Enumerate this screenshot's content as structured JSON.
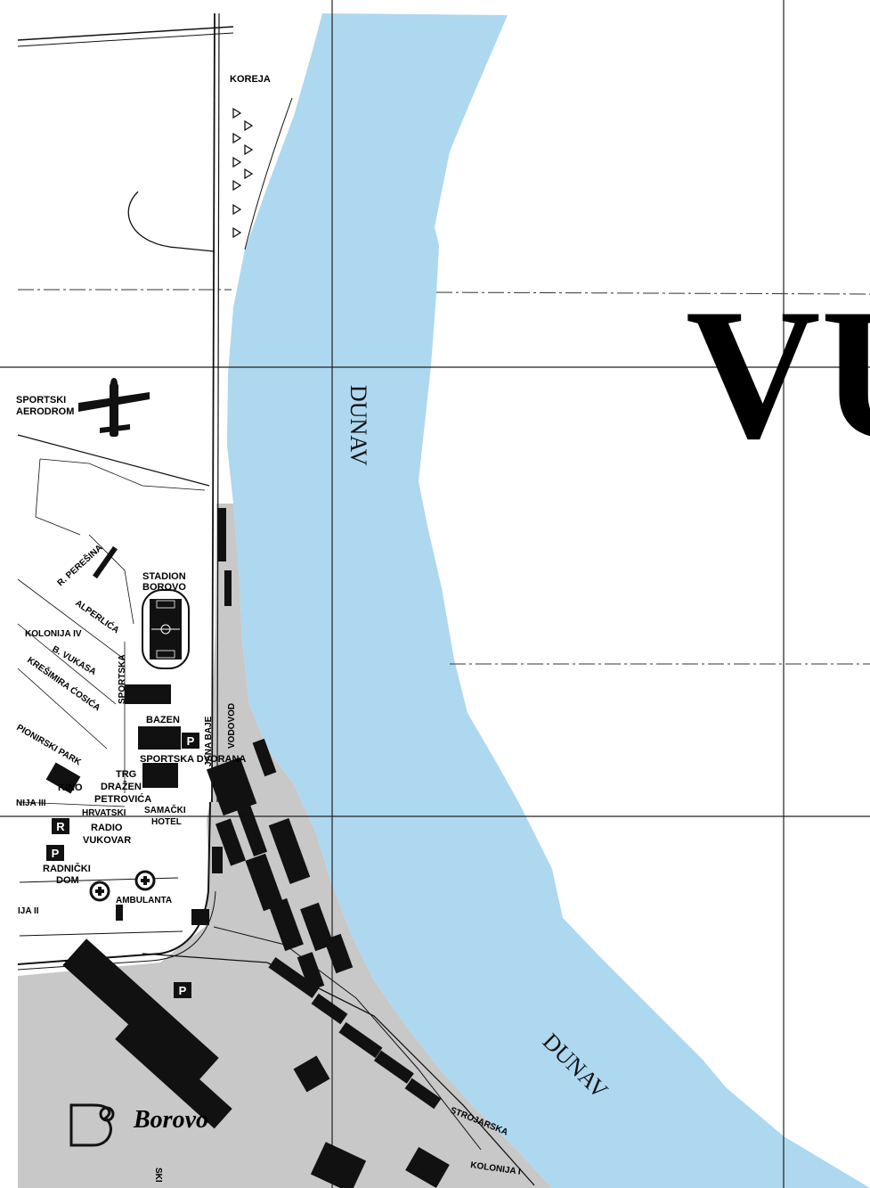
{
  "river": {
    "name_upper": "DUNAV",
    "name_lower": "DUNAV",
    "color": "#add8f0"
  },
  "town": {
    "title_fragment": "VU"
  },
  "colors": {
    "built_area": "#c8c8c8",
    "buildings": "#111111",
    "grid_lines": "#222222"
  },
  "labels": {
    "koreja": "KOREJA",
    "aerodrom_1": "SPORTSKI",
    "aerodrom_2": "AERODROM",
    "stadion_1": "STADION",
    "stadion_2": "BOROVO",
    "street_peresina": "R. PEREŠINA",
    "street_alperlica": "ALPERLIĆA",
    "street_vukasa": "B. VUKASA",
    "street_cosica": "KREŠIMIRA ĆOSIĆA",
    "sportska": "SPORTSKA",
    "kolonija_iv": "KOLONIJA IV",
    "bazen": "BAZEN",
    "sportska_dvorana": "SPORTSKA DVORANA",
    "jana_baje": "JANA BAJE",
    "vodovod": "VODOVOD",
    "pionirski_park": "PIONIRSKI PARK",
    "kino": "KINO",
    "trg_1": "TRG",
    "trg_2": "DRAŽEN",
    "trg_3": "PETROVIĆA",
    "samacki_1": "SAMAČKI",
    "samacki_2": "HOTEL",
    "hrvatski": "HRVATSKI",
    "radio_1": "RADIO",
    "radio_2": "VUKOVAR",
    "kolonija_iii": "NIJA III",
    "radnicki_1": "RADNIČKI",
    "radnicki_2": "DOM",
    "ambulanta": "AMBULANTA",
    "ija_ii": "IJA II",
    "strojarska": "STROJARSKA",
    "kolonija_bottom": "KOLONIJA I",
    "sportski_bottom": "SKI",
    "borovo_logo": "Borovo"
  },
  "symbols": {
    "parking": "P",
    "radio": "R"
  },
  "icons": [
    "airplane-icon",
    "medical-cross-icon",
    "parking-icon",
    "tent-icon",
    "borovo-logo"
  ]
}
